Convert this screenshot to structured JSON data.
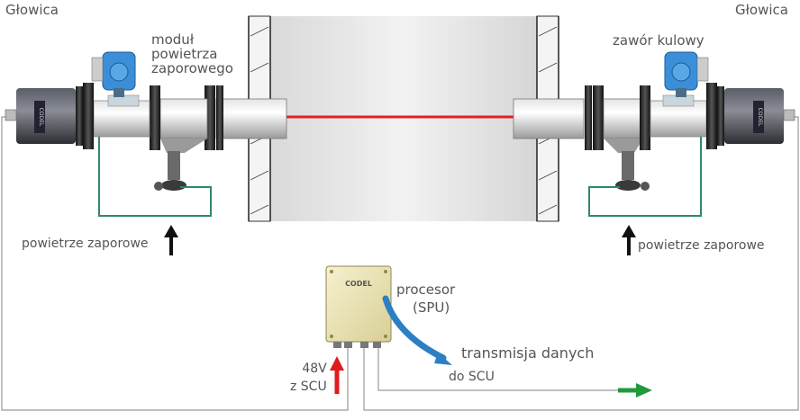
{
  "labels": {
    "head_left": "Głowica",
    "head_right": "Głowica",
    "purge_module": [
      "moduł",
      "powietrza",
      "zaporowego"
    ],
    "ball_valve": "zawór kulowy",
    "purge_air_left": "powietrze zaporowe",
    "purge_air_right": "powietrze zaporowe",
    "processor": [
      "procesor",
      "(SPU)"
    ],
    "data_tx": "transmisja danych",
    "to_scu": "do SCU",
    "power": [
      "48V",
      "z SCU"
    ],
    "brand": "CODEL"
  },
  "colors": {
    "beam": "#e0231e",
    "purge_line": "#2f8a64",
    "power_arrow": "#e01b1b",
    "data_arrow": "#1f9a3c",
    "tx_arrow": "#2d7fc4",
    "valve": "#3a8fd8"
  }
}
